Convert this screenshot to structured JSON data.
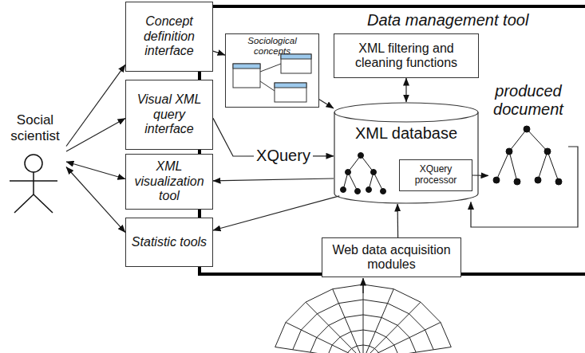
{
  "diagram": {
    "nodes": [
      {
        "text": [
          "Social scientist"
        ]
      },
      {
        "text": [
          "Data management tool"
        ]
      },
      {
        "text": [
          "Concept definition interface"
        ]
      },
      {
        "text": [
          "Visual XML query interface"
        ]
      },
      {
        "text": [
          "XML visualization tool"
        ]
      },
      {
        "text": [
          "Statistic tools"
        ]
      },
      {
        "text": [
          "Sociological concepts"
        ],
        "in": 1
      },
      {
        "text": [
          "XML filtering and cleaning functions"
        ],
        "in": 1
      },
      {
        "text": [
          "XML database"
        ],
        "in": 1
      },
      {
        "text": [
          "XQuery processor"
        ],
        "in": 8
      },
      {
        "text": [
          "produced document"
        ],
        "in": 1
      },
      {
        "text": [
          "Web data acquisition modules"
        ]
      }
    ],
    "edges": [
      {
        "from": 0,
        "to": 2,
        "arrow": "to"
      },
      {
        "from": 0,
        "to": 3,
        "arrow": "to"
      },
      {
        "from": 0,
        "to": 4,
        "arrow": "both"
      },
      {
        "from": 0,
        "to": 5,
        "arrow": "both"
      },
      {
        "from": 2,
        "to": 6,
        "arrow": "to"
      },
      {
        "from": 6,
        "to": 8,
        "arrow": "to"
      },
      {
        "from": 3,
        "to": 8,
        "label": "XQuery",
        "arrow": "to"
      },
      {
        "from": 7,
        "to": 8,
        "arrow": "both"
      },
      {
        "from": 8,
        "to": 4,
        "arrow": "to"
      },
      {
        "from": 8,
        "to": 5,
        "arrow": "to"
      },
      {
        "from": 9,
        "to": 10,
        "arrow": "to"
      },
      {
        "from": 10,
        "to": 8,
        "arrow": "to"
      },
      {
        "from": 11,
        "to": 8,
        "arrow": "to"
      }
    ]
  }
}
